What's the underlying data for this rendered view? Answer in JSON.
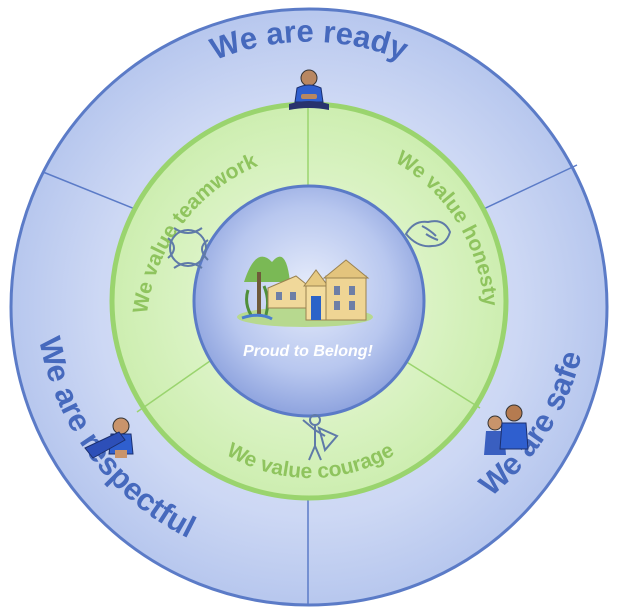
{
  "outer_ring": {
    "ready": "We are ready",
    "safe": "We are safe",
    "respectful": "We are respectful"
  },
  "inner_ring": {
    "teamwork": "We value teamwork",
    "honesty": "We value honesty",
    "courage": "We value courage"
  },
  "center": {
    "motto": "Proud to Belong!",
    "image": "school-building-illustration"
  },
  "icons": {
    "ready": "person-sitting-cross-legged-icon",
    "respectful": "person-at-desk-icon",
    "safe": "two-people-icon",
    "teamwork": "joined-hands-circle-icon",
    "honesty": "handshake-icon",
    "courage": "superhero-icon"
  },
  "colors": {
    "outer_fill": "#c7d3f0",
    "outer_stroke": "#5b7bc7",
    "outer_text": "#4669bd",
    "inner_fill": "#d3f0b8",
    "inner_stroke": "#9ad46e",
    "inner_text": "#8fc45e",
    "center_fill": "#a8b8e6",
    "center_text": "#ffffff"
  }
}
